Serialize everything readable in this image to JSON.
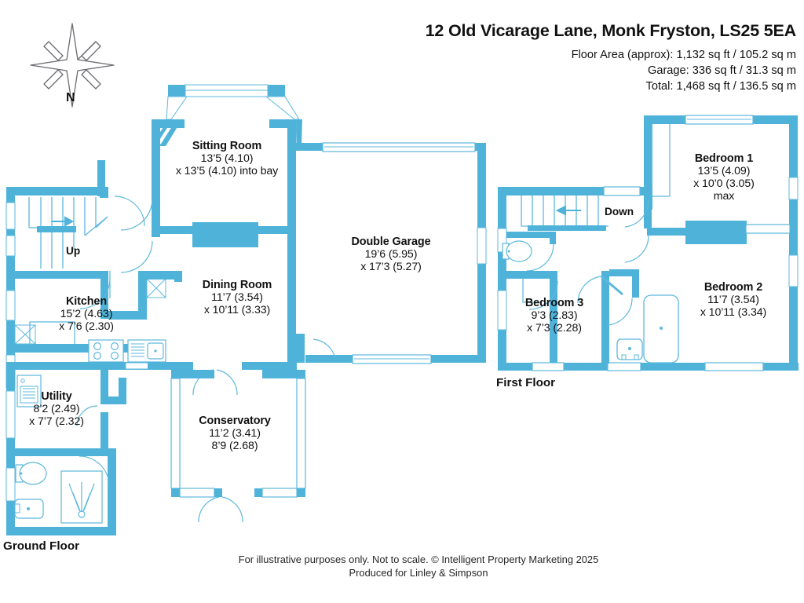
{
  "header": {
    "title": "12 Old Vicarage Lane, Monk Fryston, LS25 5EA",
    "floor_area": "Floor Area (approx):  1,132 sq ft / 105.2 sq m",
    "garage_area": "Garage: 336 sq ft / 31.3 sq m",
    "total_area": "Total: 1,468 sq ft / 136.5 sq m"
  },
  "compass": {
    "label": "N",
    "icon": "compass-rose-icon"
  },
  "colors": {
    "wall": "#4FB3D9",
    "wall_dark": "#3FA8D3",
    "thin_line": "#5CB8DD",
    "text": "#111111",
    "background": "#FFFFFF"
  },
  "ground_floor": {
    "label": "Ground Floor",
    "stair_label": "Up",
    "rooms": [
      {
        "name": "Sitting Room",
        "dim1": "13’5 (4.10)",
        "dim2": "x 13’5 (4.10) into bay"
      },
      {
        "name": "Kitchen",
        "dim1": "15’2 (4.63)",
        "dim2": "x 7’6 (2.30)"
      },
      {
        "name": "Dining Room",
        "dim1": "11’7 (3.54)",
        "dim2": "x 10’11 (3.33)"
      },
      {
        "name": "Double Garage",
        "dim1": "19’6 (5.95)",
        "dim2": "x 17’3 (5.27)"
      },
      {
        "name": "Utility",
        "dim1": "8’2 (2.49)",
        "dim2": "x 7’7 (2.32)"
      },
      {
        "name": "Conservatory",
        "dim1": "11’2 (3.41)",
        "dim2": "8’9 (2.68)"
      }
    ],
    "fixtures": [
      "hob-icon",
      "sink-icon",
      "washing-machine-icon",
      "toilet-icon",
      "wash-basin-icon",
      "shower-icon"
    ]
  },
  "first_floor": {
    "label": "First Floor",
    "stair_label": "Down",
    "rooms": [
      {
        "name": "Bedroom 1",
        "dim1": "13’5 (4.09)",
        "dim2": "x 10’0 (3.05) max"
      },
      {
        "name": "Bedroom 2",
        "dim1": "11’7 (3.54)",
        "dim2": "x 10’11 (3.34)"
      },
      {
        "name": "Bedroom 3",
        "dim1": "9’3 (2.83)",
        "dim2": "x 7’3 (2.28)"
      }
    ],
    "fixtures": [
      "toilet-icon",
      "bath-icon",
      "wash-basin-icon"
    ]
  },
  "footer": {
    "line1": "For illustrative purposes only. Not to scale. © Intelligent Property Marketing 2025",
    "line2": "Produced for Linley & Simpson"
  }
}
